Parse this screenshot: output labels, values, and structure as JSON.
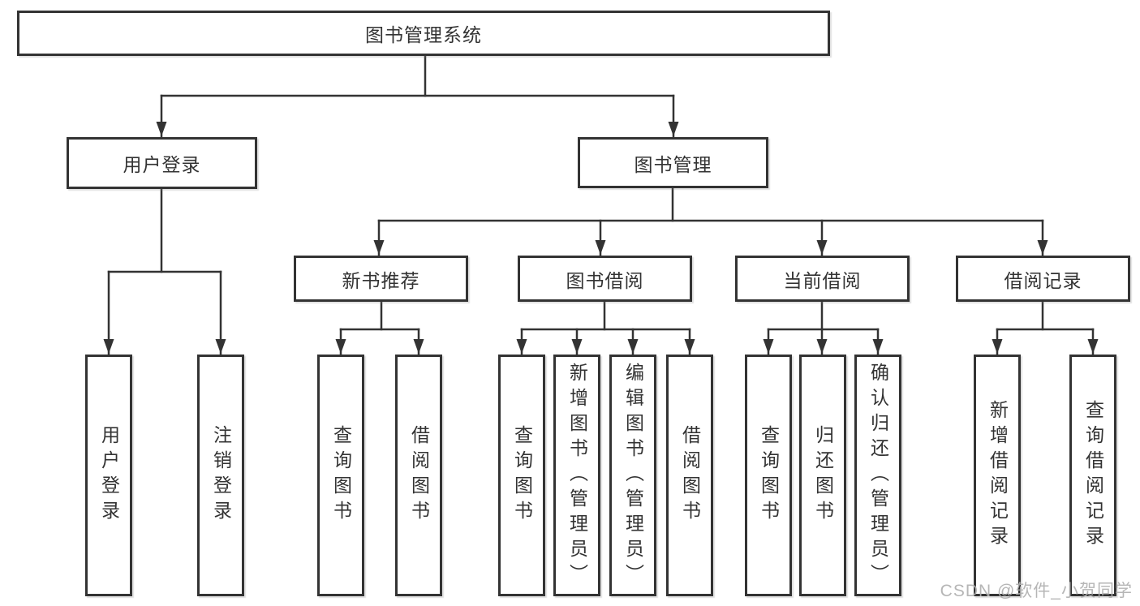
{
  "tree": {
    "root": {
      "label": "图书管理系统"
    },
    "level2": [
      {
        "label": "用户登录"
      },
      {
        "label": "图书管理"
      }
    ],
    "level3": [
      {
        "label": "新书推荐"
      },
      {
        "label": "图书借阅"
      },
      {
        "label": "当前借阅"
      },
      {
        "label": "借阅记录"
      }
    ],
    "leaves": [
      {
        "label": "用户登录"
      },
      {
        "label": "注销登录"
      },
      {
        "label": "查询图书"
      },
      {
        "label": "借阅图书"
      },
      {
        "label": "查询图书"
      },
      {
        "label": "新增图书（管理员）"
      },
      {
        "label": "编辑图书（管理员）"
      },
      {
        "label": "借阅图书"
      },
      {
        "label": "查询图书"
      },
      {
        "label": "归还图书"
      },
      {
        "label": "确认归还（管理员）"
      },
      {
        "label": "新增借阅记录"
      },
      {
        "label": "查询借阅记录"
      }
    ]
  },
  "watermark": {
    "text": "CSDN @软件_小贺同学"
  },
  "colors": {
    "line": "#333333",
    "box_border": "#333333",
    "text": "#333333",
    "background": "#ffffff",
    "watermark": "#b0b0b0"
  }
}
